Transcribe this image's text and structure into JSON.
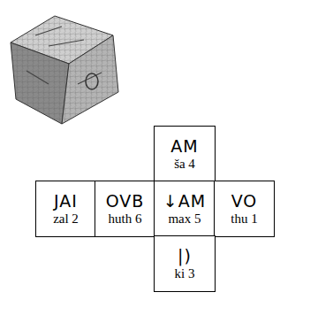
{
  "diagram": {
    "nodes": [
      {
        "text": [
          "AM",
          "ša 4"
        ]
      },
      {
        "text": [
          "JAI",
          "zal 2"
        ]
      },
      {
        "text": [
          "OVB",
          "huth 6"
        ]
      },
      {
        "text": [
          "↓AM",
          "max 5"
        ]
      },
      {
        "text": [
          "VO",
          "thu 1"
        ]
      },
      {
        "text": [
          "|)",
          "ki 3"
        ]
      }
    ]
  }
}
